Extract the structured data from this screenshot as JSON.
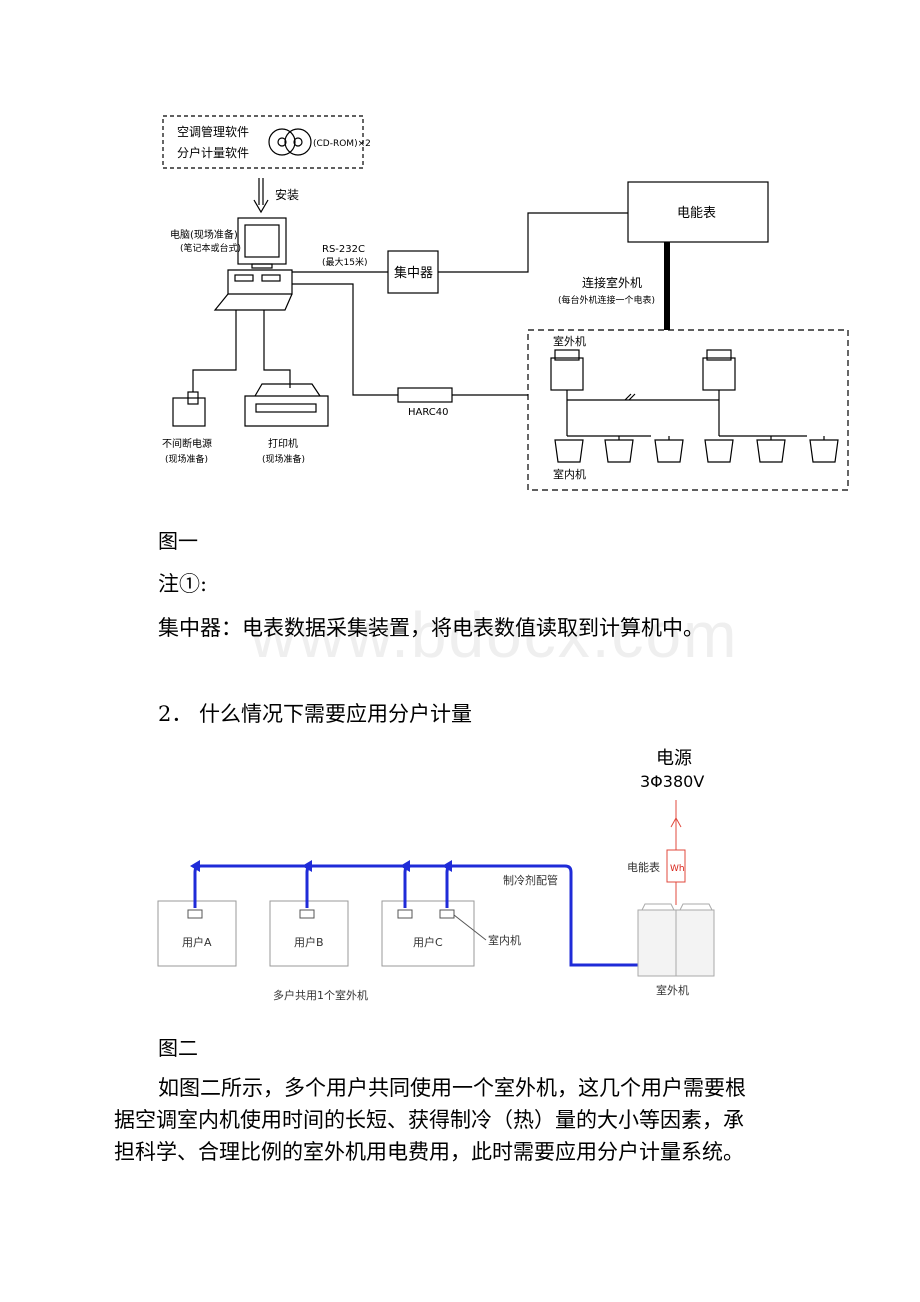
{
  "diagram1": {
    "software_box": {
      "line1": "空调管理软件",
      "line2": "分户计量软件",
      "cd_label": "(CD-ROM)×2"
    },
    "install_label": "安装",
    "computer_label": "电脑(现场准备)",
    "computer_sub": "(笔记本或台式)",
    "rs232_label": "RS-232C",
    "rs232_sub": "(最大15米)",
    "concentrator": "集中器",
    "meter": "电能表",
    "connect_label": "连接室外机",
    "connect_sub": "(每台外机连接一个电表)",
    "outdoor_label": "室外机",
    "indoor_label": "室内机",
    "harc_label": "HARC40",
    "ups_label": "不间断电源",
    "ups_sub": "(现场准备)",
    "printer_label": "打印机",
    "printer_sub": "(现场准备)"
  },
  "caption1": "图一",
  "note_label": "注①:",
  "note_text": "集中器：电表数据采集装置，将电表数值读取到计算机中。",
  "section_heading": "2．  什么情况下需要应用分户计量",
  "diagram2": {
    "power_label": "电源",
    "power_value": "3Φ380V",
    "meter_label": "电能表",
    "meter_symbol": "Wh",
    "pipe_label": "制冷剂配管",
    "user_a": "用户A",
    "user_b": "用户B",
    "user_c": "用户C",
    "indoor_label": "室内机",
    "outdoor_label": "室外机",
    "shared_label": "多户共用1个室外机"
  },
  "caption2": "图二",
  "paragraph_lines": [
    "如图二所示，多个用户共同使用一个室外机，这几个用户需要根",
    "据空调室内机使用时间的长短、获得制冷（热）量的大小等因素，承",
    "担科学、合理比例的室外机用电费用，此时需要应用分户计量系统。"
  ],
  "watermark": "www.bdocx.com",
  "colors": {
    "pipe": "#1f2bd8",
    "power_line": "#e0483c",
    "meter_symbol": "#d8261c",
    "watermark": "#efefef"
  }
}
